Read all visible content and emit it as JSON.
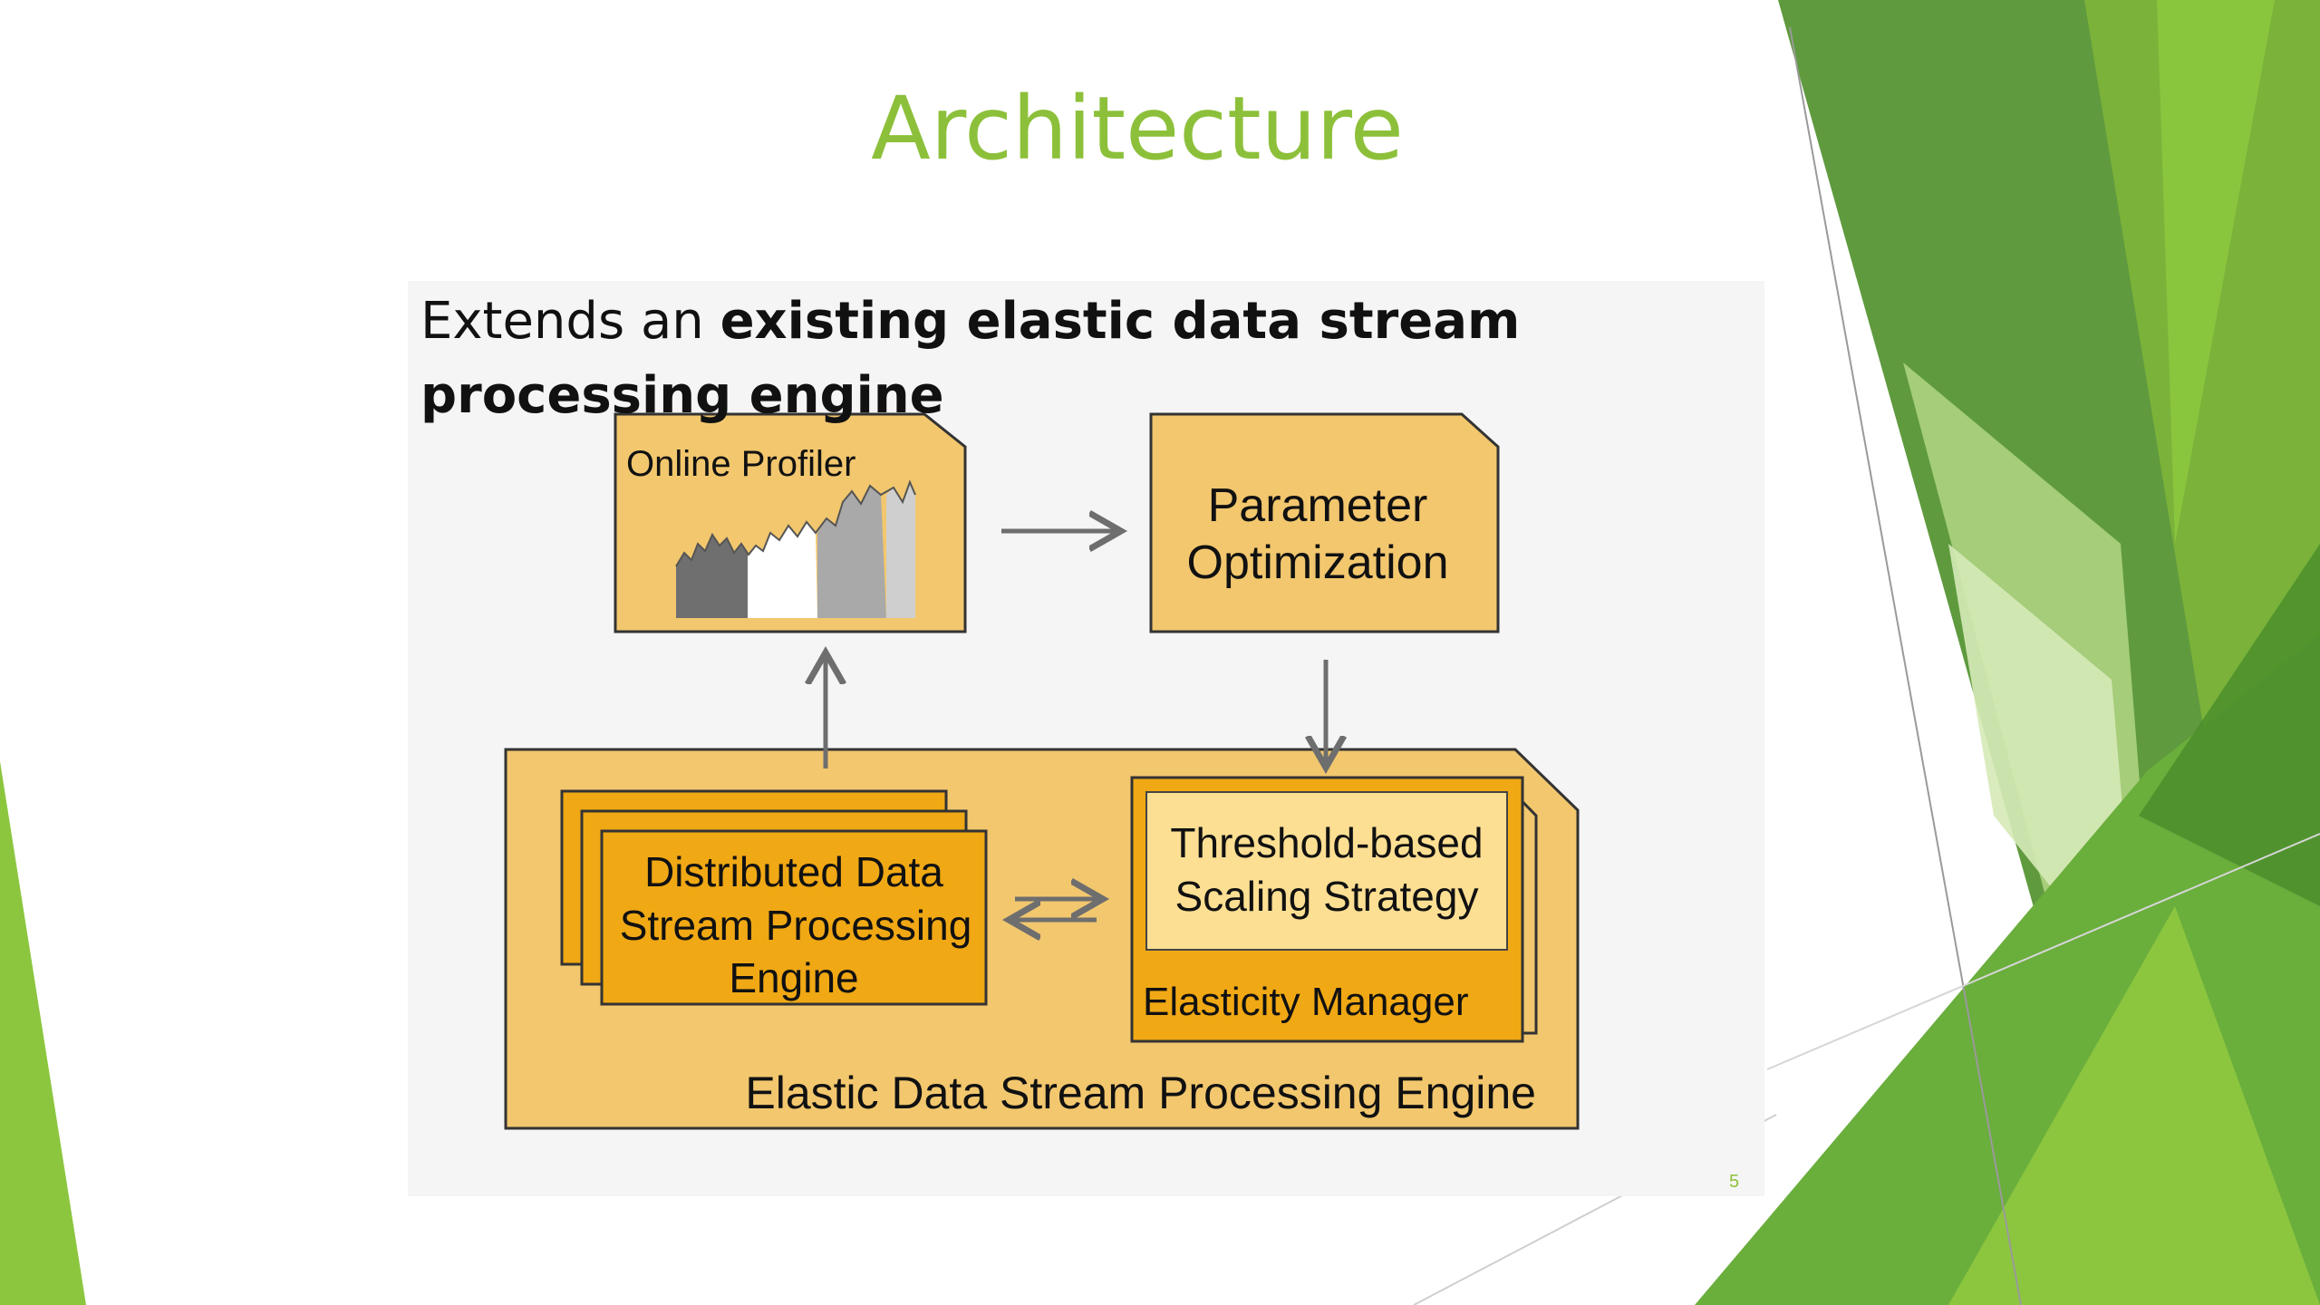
{
  "slide": {
    "title": "Architecture",
    "page_number": "5"
  },
  "panel": {
    "heading_plain": "Extends an ",
    "heading_bold": "existing elastic data stream processing engine"
  },
  "diagram": {
    "online_profiler": "Online Profiler",
    "parameter_optimization": [
      "Parameter",
      "Optimization"
    ],
    "distributed_engine": [
      "Distributed Data",
      "Stream Processing",
      "Engine"
    ],
    "threshold_strategy": [
      "Threshold-based",
      "Scaling Strategy"
    ],
    "elasticity_manager": "Elasticity Manager",
    "elastic_engine": "Elastic Data Stream Processing Engine"
  },
  "colors": {
    "title_green": "#8dc03a",
    "box_fill": "#f2c76e",
    "engine_fill": "#f0a814",
    "inner_fill": "#fddf93",
    "arrow": "#6e6e6e"
  }
}
